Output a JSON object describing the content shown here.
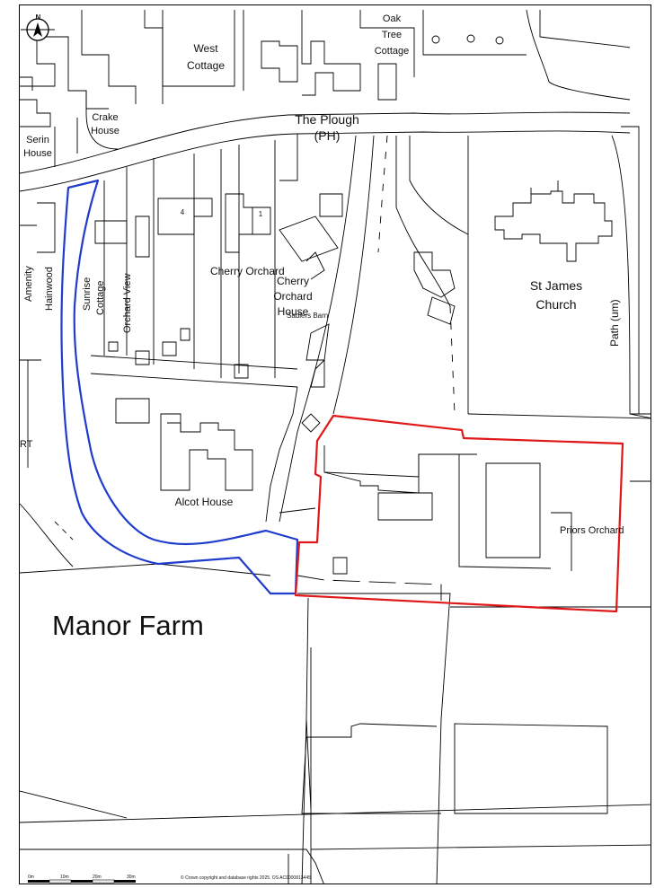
{
  "map": {
    "north_label": "N",
    "labels": {
      "oak_tree_cottage": [
        "Oak",
        "Tree",
        "Cottage"
      ],
      "west_cottage": [
        "West",
        "Cottage"
      ],
      "crake_house": [
        "Crake",
        "House"
      ],
      "serin_house": [
        "Serin",
        "House"
      ],
      "the_plough": [
        "The Plough",
        "(PH)"
      ],
      "house_4": "4",
      "house_1": "1",
      "cherry_orchard": "Cherry Orchard",
      "cherry_orchard_house": [
        "Cherry",
        "Orchard",
        "House"
      ],
      "saddlers_barn": "Sadlers Barn",
      "st_james_church": [
        "St James",
        "Church"
      ],
      "path_um": "Path (um)",
      "amenity": "Amenity",
      "hainwood": "Hainwood",
      "sunrise_cottage": [
        "Sunrise",
        "Cottage"
      ],
      "orchard_view": "Orchard View",
      "rt": "RT",
      "alcot_house": "Alcot House",
      "priors_orchard": "Priors Orchard",
      "manor_farm": "Manor Farm"
    },
    "scale_bar": [
      "0m",
      "10m",
      "20m",
      "30m"
    ],
    "copyright": "© Crown copyright and database rights 2025. OS AC0000813445",
    "colors": {
      "site_boundary": "#e01818",
      "access_route": "#1f3ccc",
      "linework": "#000000"
    }
  }
}
